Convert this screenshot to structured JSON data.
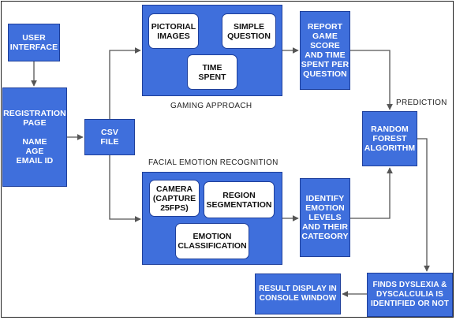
{
  "nodes": {
    "user_interface": "USER\nINTERFACE",
    "registration": "REGISTRATION\nPAGE\n\nNAME\nAGE\nEMAIL ID",
    "csv_file": "CSV\nFILE",
    "pictorial_images": "PICTORIAL\nIMAGES",
    "simple_question": "SIMPLE\nQUESTION",
    "time_spent": "TIME\nSPENT",
    "report": "REPORT\nGAME\nSCORE\nAND TIME\nSPENT PER\nQUESTION",
    "camera": "CAMERA\n(CAPTURE\n25FPS)",
    "region_segmentation": "REGION\nSEGMENTATION",
    "emotion_classification": "EMOTION\nCLASSIFICATION",
    "identify_emotion": "IDENTIFY\nEMOTION\nLEVELS\nAND THEIR\nCATEGORY",
    "random_forest": "RANDOM\nFOREST\nALGORITHM",
    "finds_dyslexia": "FINDS DYSLEXIA &\nDYSCALCULIA IS\nIDENTIFIED OR NOT",
    "result_display": "RESULT DISPLAY IN\nCONSOLE WINDOW"
  },
  "labels": {
    "gaming_approach": "GAMING APPROACH",
    "facial_emotion_recognition": "FACIAL EMOTION RECOGNITION",
    "prediction": "PREDICTION"
  },
  "colors": {
    "box_fill": "#3f6fdc",
    "box_border": "#1e3f9a",
    "arrow": "#555555"
  }
}
